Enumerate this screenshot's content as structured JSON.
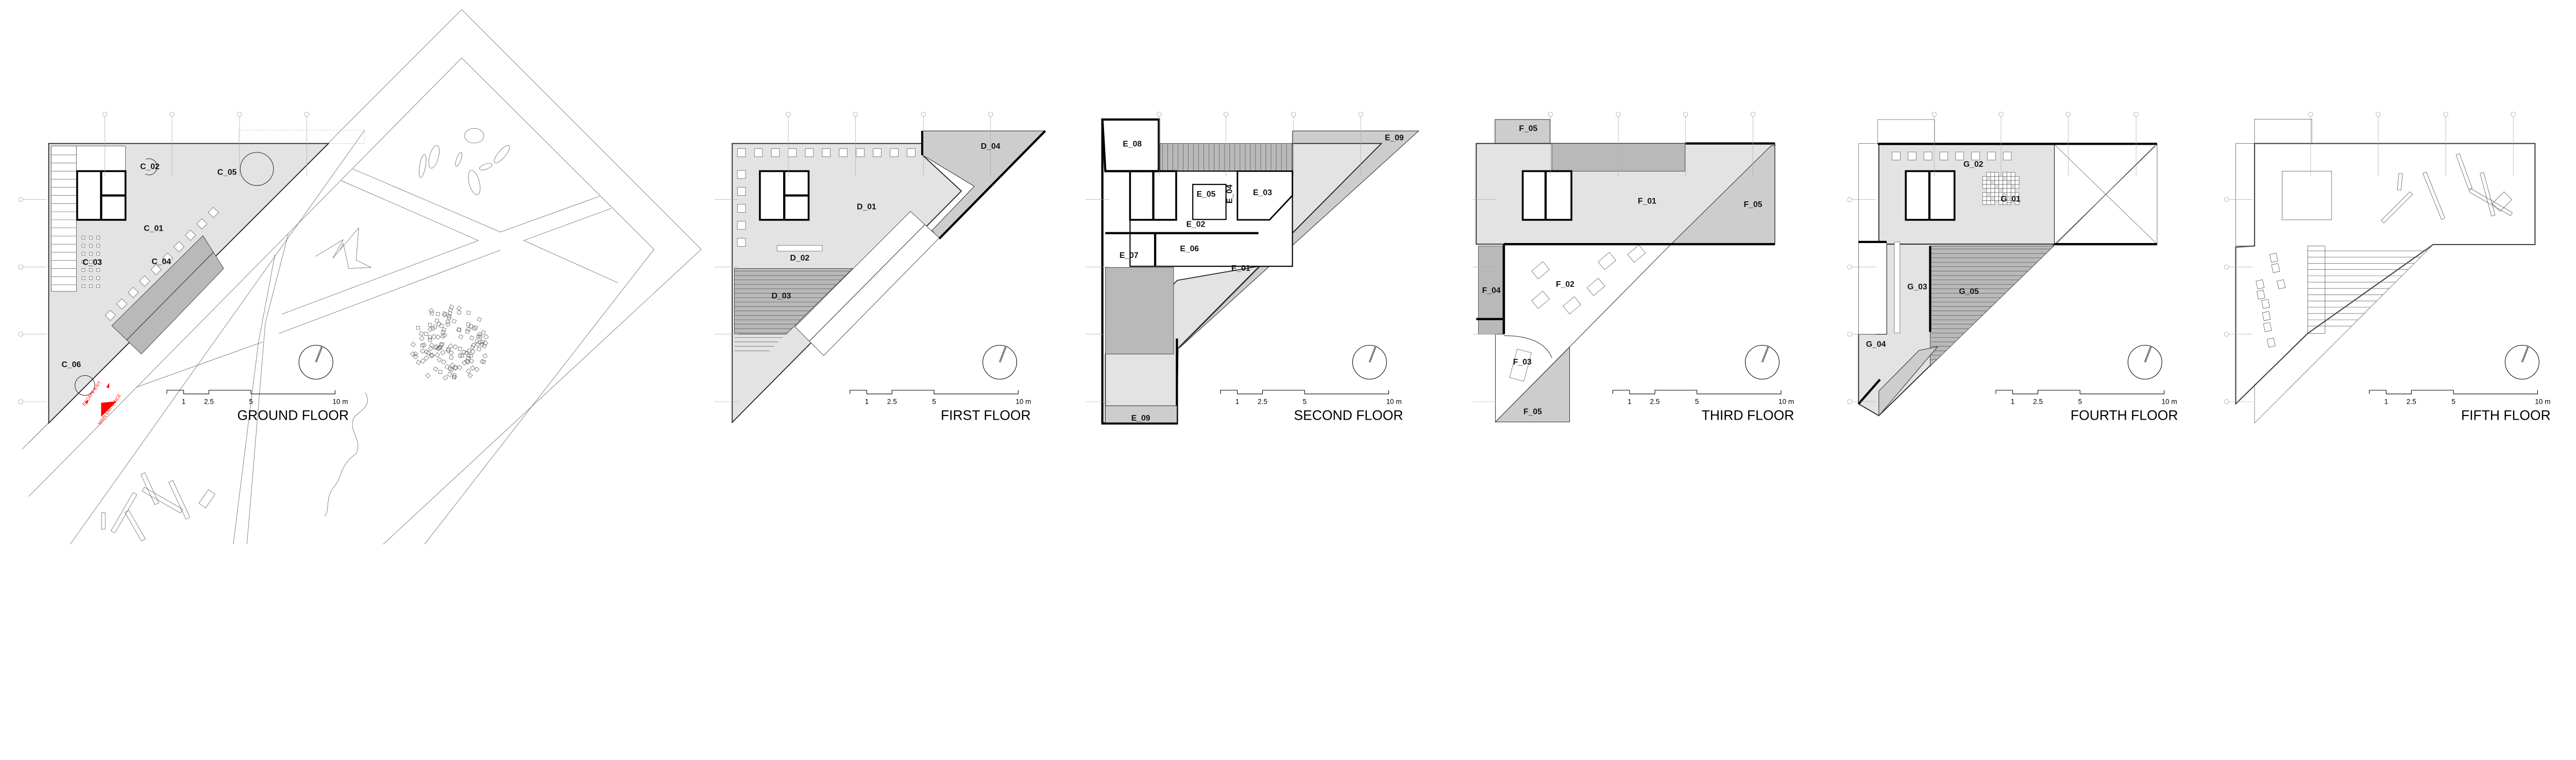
{
  "floors": [
    {
      "title": "GROUND FLOOR",
      "rooms": [
        "C_01",
        "C_02",
        "C_03",
        "C_04",
        "C_05",
        "C_06"
      ],
      "annotations": [
        "MAIN ENTRANCE",
        "ESCAPE EXIT"
      ]
    },
    {
      "title": "FIRST FLOOR",
      "rooms": [
        "D_01",
        "D_02",
        "D_03",
        "D_04"
      ]
    },
    {
      "title": "SECOND FLOOR",
      "rooms": [
        "E_01",
        "E_02",
        "E_03",
        "E_04",
        "E_05",
        "E_06",
        "E_07",
        "E_08",
        "E_09",
        "E_09"
      ]
    },
    {
      "title": "THIRD FLOOR",
      "rooms": [
        "F_01",
        "F_02",
        "F_03",
        "F_04",
        "F_05",
        "F_05",
        "F_05"
      ]
    },
    {
      "title": "FOURTH FLOOR",
      "rooms": [
        "G_01",
        "G_02",
        "G_03",
        "G_04",
        "G_05"
      ]
    },
    {
      "title": "FIFTH FLOOR",
      "rooms": []
    }
  ],
  "scale_bar": {
    "ticks": [
      "1",
      "2.5",
      "5",
      "10 m"
    ]
  },
  "colors": {
    "floor": "#e3e3e3",
    "terrazzo": "#cdcdcd",
    "hatched": "#b9b9b9",
    "walls": "#000000",
    "entrance": "#ff0000"
  }
}
